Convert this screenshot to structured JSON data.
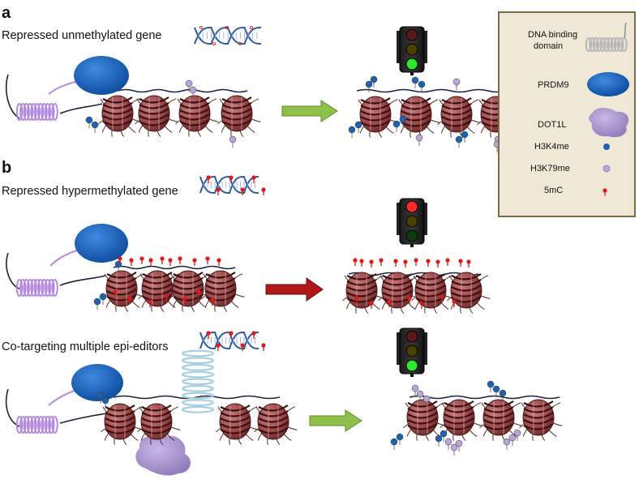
{
  "panels": {
    "a": {
      "letter": "a",
      "title": "Repressed unmethylated gene"
    },
    "b": {
      "letter": "b",
      "title": "Repressed hypermethylated gene",
      "title2": "Co-targeting multiple epi-editors"
    }
  },
  "legend": {
    "dna_binding": [
      "DNA binding",
      "domain"
    ],
    "prdm9": "PRDM9",
    "dot1l": "DOT1L",
    "h3k4me": "H3K4me",
    "h3k79me": "H3K79me",
    "fivemc": "5mC"
  },
  "colors": {
    "nucleosome": "#9c4a4a",
    "nucleosome_dark": "#5e1f1f",
    "prdm9": "#1565c0",
    "dot1l": "#a996c9",
    "h3k4me": "#1e63b0",
    "h3k79me": "#b9a6d9",
    "mc5": "#e01818",
    "arrow_green": "#8fc04a",
    "arrow_red": "#b01818",
    "legend_bg": "#efe8d6",
    "legend_border": "#7a6e4a",
    "coil_purple": "#b48ae0",
    "coil_grey": "#b8b8b8",
    "coil_lightblue": "#a9cfe0",
    "dna_blue": "#2c5aa0"
  },
  "traffic_lights": [
    {
      "position": "row-a",
      "state": "green"
    },
    {
      "position": "row-b",
      "state": "red"
    },
    {
      "position": "row-c",
      "state": "green"
    }
  ]
}
